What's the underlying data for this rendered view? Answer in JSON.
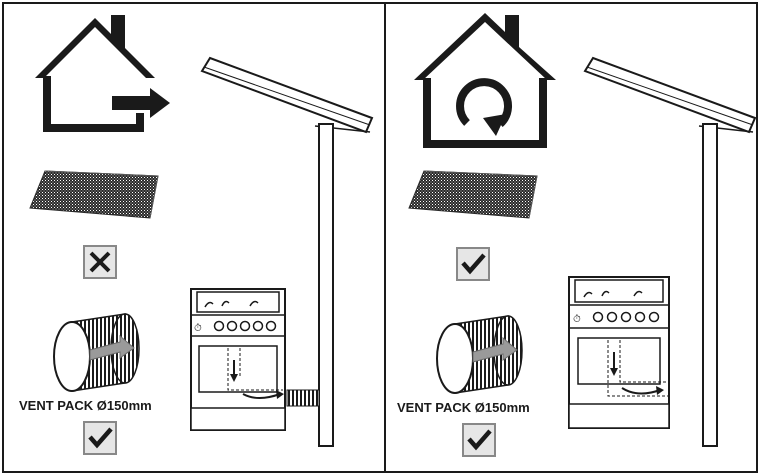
{
  "panels": [
    {
      "id": "left",
      "house_icon": "house-exhaust-out-icon",
      "filter_status": "cross",
      "vent_status": "check",
      "vent_pack_label": "VENT PACK Ø150mm"
    },
    {
      "id": "right",
      "house_icon": "house-recirculation-icon",
      "filter_status": "check",
      "vent_status": "check",
      "vent_pack_label": "VENT PACK Ø150mm"
    }
  ],
  "colors": {
    "line": "#1a1a1a",
    "checkbox_fill": "#e6e6e6",
    "checkbox_border": "#888888",
    "background": "#ffffff"
  }
}
